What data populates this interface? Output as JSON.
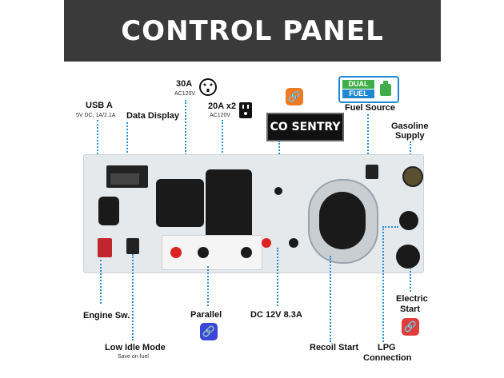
{
  "banner": {
    "title": "CONTROL PANEL"
  },
  "labels": {
    "usb_a": "USB A",
    "usb_a_spec": "5V DC, 1A/2.1A",
    "data_display": "Data Display",
    "outlet_30a": "30A",
    "outlet_30a_spec": "AC120V",
    "outlet_20a": "20A x2",
    "outlet_20a_spec": "AC120V",
    "co_sentry_logo": "CO SENTRY",
    "dual_fuel_top": "DUAL",
    "dual_fuel_bottom": "FUEL",
    "fuel_source": "Fuel Source",
    "gasoline_supply_1": "Gasoline",
    "gasoline_supply_2": "Supply",
    "engine_switch": "Engine Sw.",
    "parallel": "Parallel",
    "dc_12v": "DC 12V 8.3A",
    "electric_start_1": "Electric",
    "electric_start_2": "Start",
    "low_idle_mode": "Low Idle Mode",
    "low_idle_mode_sub": "Save on fuel",
    "recoil_start": "Recoil Start",
    "lpg_connection_1": "LPG",
    "lpg_connection_2": "Connection"
  },
  "colors": {
    "banner_bg": "#3a3a3a",
    "leader_line": "#2a8fd6",
    "link_orange": "#f07b22",
    "link_blue": "#3b46d6",
    "link_red": "#e03c3c",
    "fuel_green": "#3fae49",
    "fuel_blue": "#1e88d2"
  },
  "icons": [
    "link-icon",
    "twist-lock-outlet-icon",
    "duplex-outlet-icon",
    "fuel-can-icon"
  ]
}
